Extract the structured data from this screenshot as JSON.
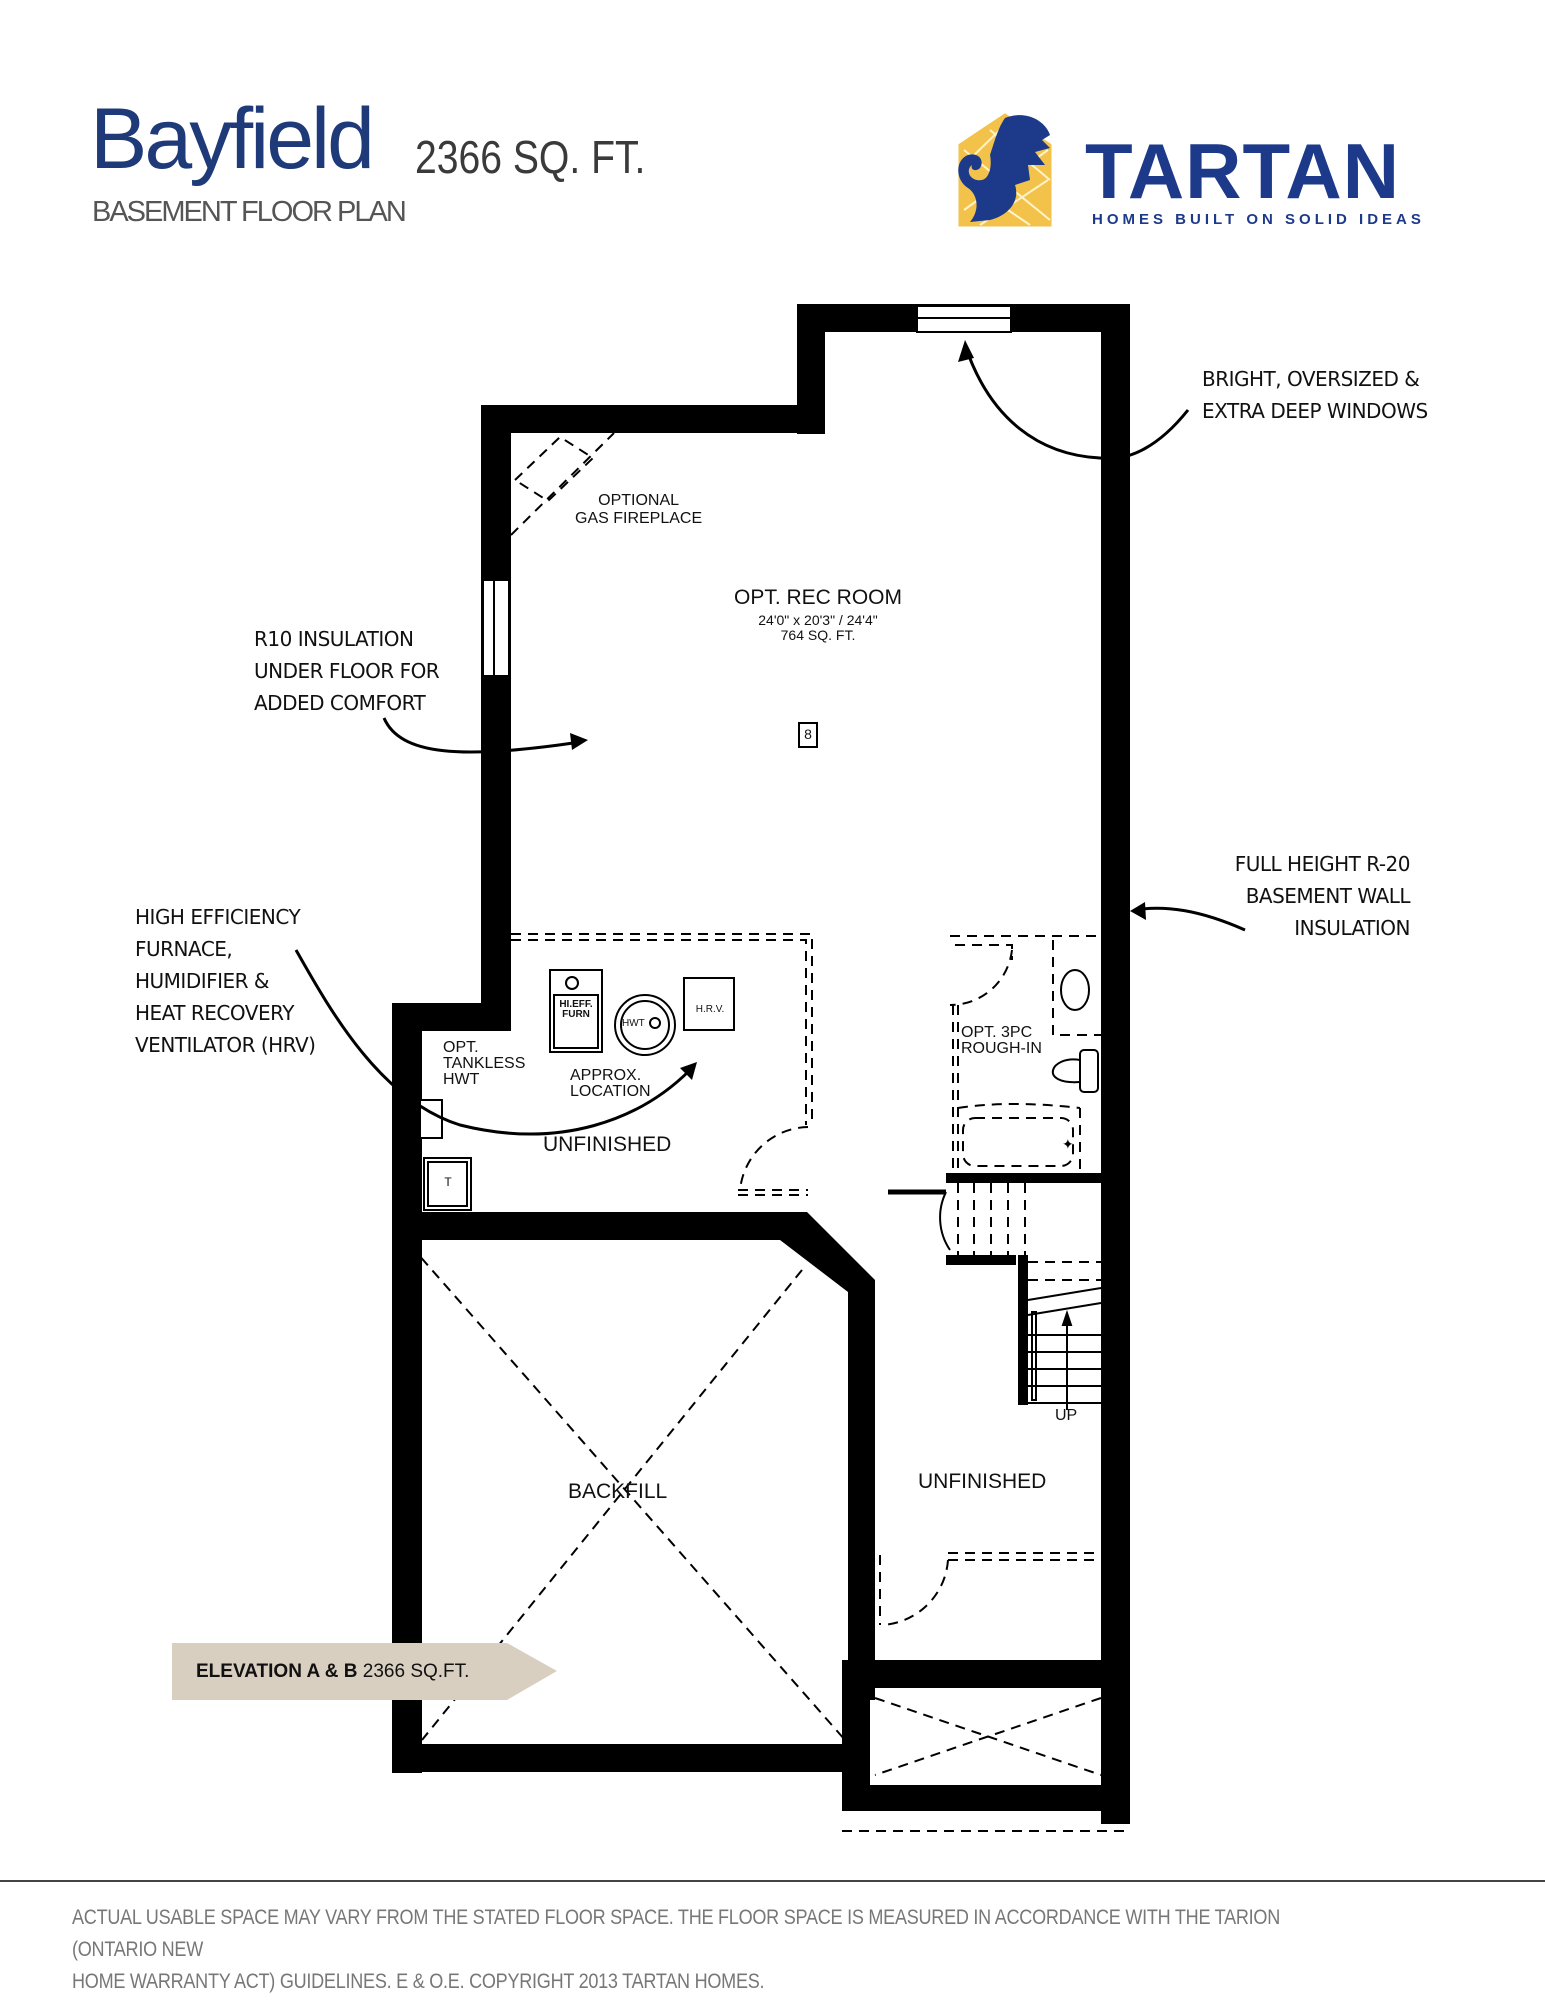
{
  "header": {
    "model_name": "Bayfield",
    "total_sqft": "2366 SQ. FT.",
    "plan_type": "BASEMENT FLOOR PLAN"
  },
  "logo": {
    "brand": "TARTAN",
    "tagline": "HOMES BUILT ON SOLID IDEAS",
    "colors": {
      "navy": "#1d3a8a",
      "gold": "#f2c24a"
    }
  },
  "callouts": {
    "windows": [
      "BRIGHT, OVERSIZED &",
      "EXTRA DEEP WINDOWS"
    ],
    "floor_insulation": [
      "R10 INSULATION",
      "UNDER FLOOR FOR",
      "ADDED COMFORT"
    ],
    "wall_insulation": [
      "FULL HEIGHT R-20",
      "BASEMENT WALL",
      "INSULATION"
    ],
    "mechanical": [
      "HIGH EFFICIENCY",
      "FURNACE,",
      "HUMIDIFIER &",
      "HEAT RECOVERY",
      "VENTILATOR (HRV)"
    ]
  },
  "rooms": {
    "fireplace": [
      "OPTIONAL",
      "GAS FIREPLACE"
    ],
    "rec_room": {
      "name": "OPT. REC ROOM",
      "dimensions": "24'0\" x 20'3\" / 24'4\"",
      "area": "764 SQ. FT."
    },
    "mechanical_room": {
      "tankless": [
        "OPT.",
        "TANKLESS",
        "HWT"
      ],
      "approx": [
        "APPROX.",
        "LOCATION"
      ],
      "name": "UNFINISHED",
      "furnace": [
        "HI.EFF.",
        "FURN"
      ],
      "hwt": "HWT",
      "hrv": "H.R.V.",
      "sump": "T"
    },
    "bathroom": [
      "OPT. 3PC",
      "ROUGH-IN"
    ],
    "stairs_label": "UP",
    "backfill": "BACKFILL",
    "unfinished_right": "UNFINISHED"
  },
  "elevation_banner": {
    "bold": "ELEVATION A & B",
    "rest": " 2366 SQ.FT.",
    "color": "#d8cfc0"
  },
  "footer": {
    "line1": "ACTUAL USABLE SPACE MAY VARY FROM THE STATED FLOOR SPACE. THE FLOOR SPACE IS MEASURED IN ACCORDANCE WITH THE TARION (ONTARIO NEW",
    "line2": "HOME WARRANTY ACT) GUIDELINES. E & O.E. COPYRIGHT 2013 TARTAN HOMES."
  }
}
